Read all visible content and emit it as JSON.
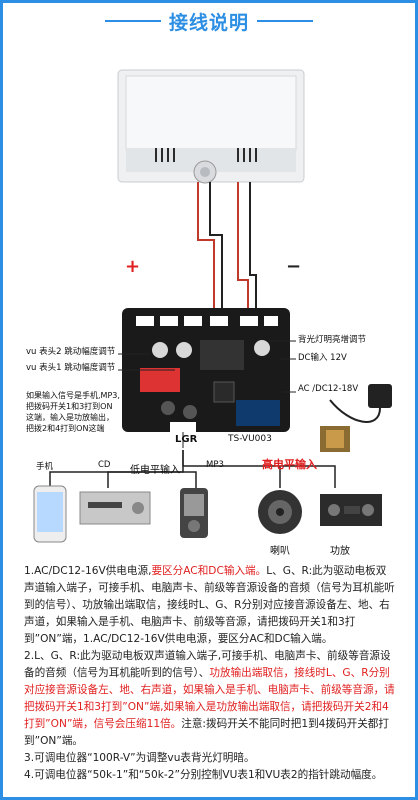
{
  "title": "接线说明",
  "labels": {
    "plus": "+",
    "minus": "−",
    "vu2": "vu 表头2 跳动幅度调节",
    "vu1": "vu 表头1 跳动幅度调节",
    "backlight": "背光灯明亮增调节",
    "dc_input": "DC输入 12V",
    "ac_input": "AC /DC12-18V",
    "switch_note": "如果输入信号是手机,MP3,把拨码开关1和3打到ON这端，输入是功放输出，把拨2和4打到ON这端",
    "lgr": "LGR",
    "board_name": "TS-VU003",
    "low_level": "低电平输入",
    "high_level": "高电平输入",
    "phone": "手机",
    "cd": "CD",
    "mp3": "MP3",
    "speaker": "喇叭",
    "amplifier": "功放"
  },
  "instructions": {
    "p1_a": "1.AC/DC12-16V供电电源,",
    "p1_b": "要区分AC和DC输入端。",
    "p1_c": "L、G、R:此为驱动电板双声道输入端子，可接手机、电脑声卡、前级等音源设备的音频（信号为耳机能听到的信号）、功放输出端取信，接线时L、G、R分别对应接音源设备左、地、右声道，如果输入是手机、电脑声卡、前级等音源，请把拨码开关1和3打到”ON”端，1.AC/DC12-16V供电电源，要区分AC和DC输入端。",
    "p2_a": "2.L、G、R:此为驱动电板双声道输入端子,可接手机、电脑声卡、前级等音源设备的音频（信号为耳机能听到的信号）、",
    "p2_b": "功放输出端取信，接线时L、G、R分别对应接音源设备左、地、右声道，如果输入是手机、电脑声卡、前级等音源，请把拨码开关1和3打到”ON”端,如果输入是功放输出端取信，请把拨码开关2和4打到”ON”端，信号会压缩11倍。",
    "p2_c": "注意:拨码开关不能同时把1到4拨码开关都打到”ON”端。",
    "p3": "3.可调电位器“100R-V”为调整vu表背光灯明暗。",
    "p4": "4.可调电位器“50k-1”和“50k-2”分别控制VU表1和VU表2的指针跳动幅度。"
  },
  "colors": {
    "accent": "#2d8fe3",
    "warning": "#e02020",
    "board": "#1a1a1a"
  }
}
